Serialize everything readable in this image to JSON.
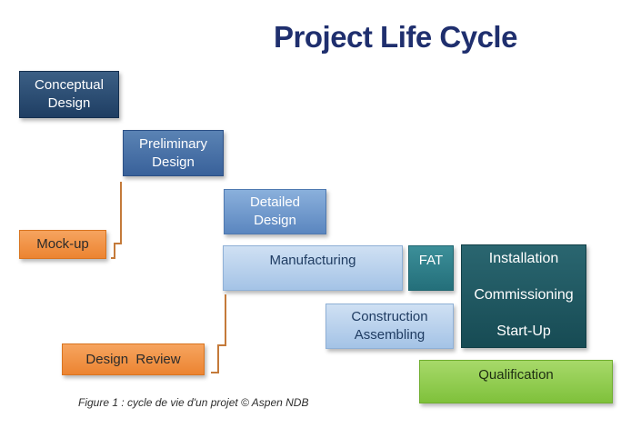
{
  "title": "Project Life Cycle",
  "steps": {
    "conceptual_design": [
      "Conceptual",
      "Design"
    ],
    "preliminary_design": [
      "Preliminary",
      "Design"
    ],
    "detailed_design": [
      "Detailed",
      "Design"
    ],
    "manufacturing": "Manufacturing",
    "fat": "FAT",
    "construction_assembling": [
      "Construction",
      "Assembling"
    ],
    "installation": "Installation",
    "commissioning": "Commissioning",
    "start_up": "Start-Up",
    "qualification": "Qualification"
  },
  "milestones": {
    "mock_up": "Mock-up",
    "design_review": "Design  Review"
  },
  "caption": "Figure 1 : cycle de vie d'un projet © Aspen NDB",
  "colors": {
    "title": "#1f2f6e",
    "dark_blue": "#1f3e63",
    "mid_blue": "#39619a",
    "light_blue": "#5b86bf",
    "pale_blue": "#a4c3e6",
    "teal": "#246f7a",
    "dark_teal": "#174b54",
    "orange": "#ec8431",
    "green": "#7fc13b",
    "bracket": "#c47a3a"
  }
}
